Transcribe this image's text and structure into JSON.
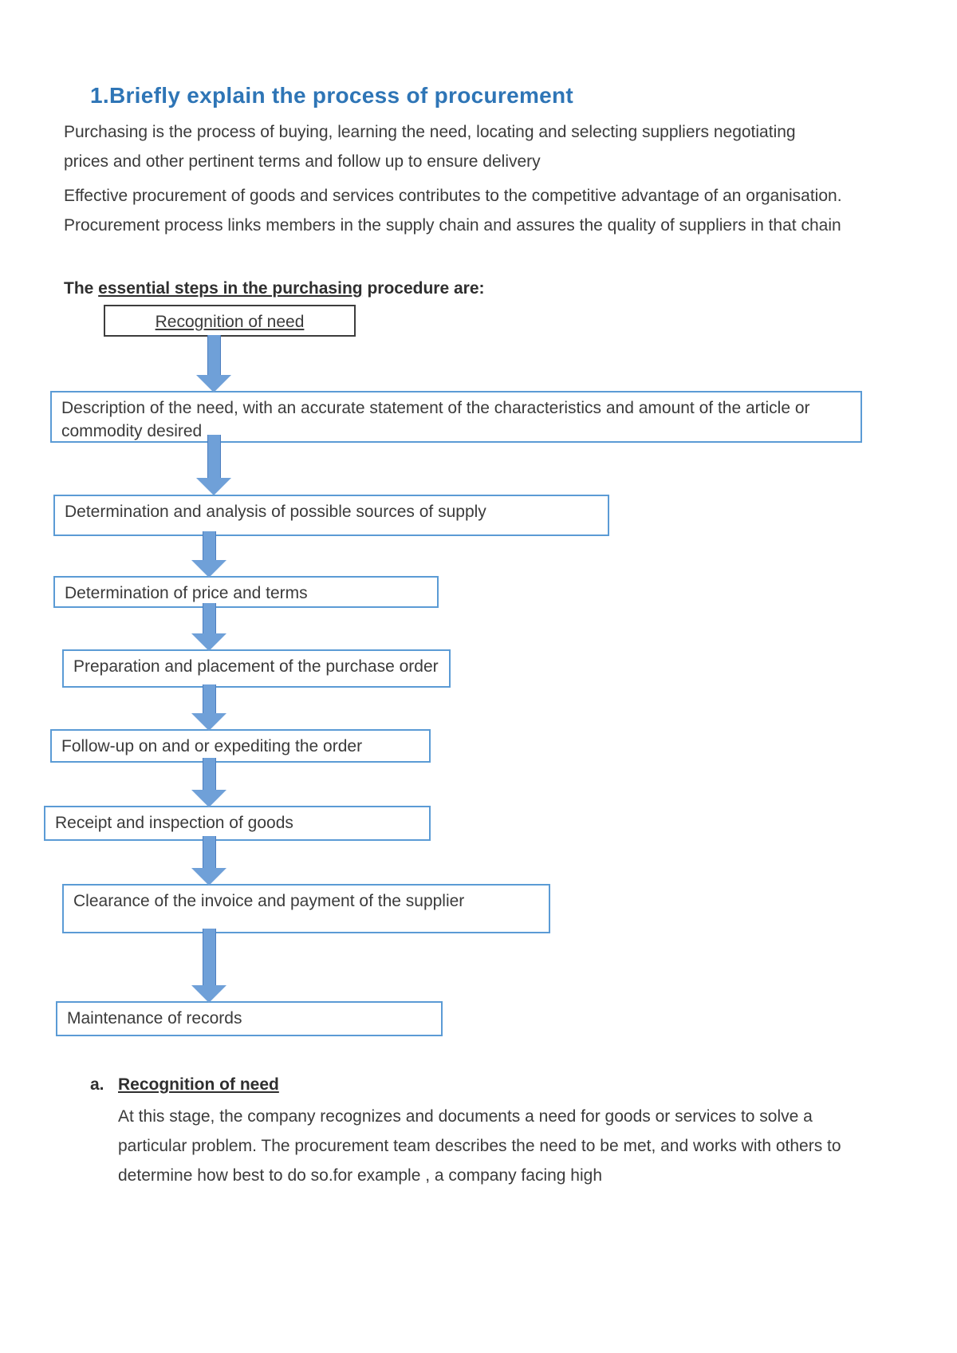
{
  "doc": {
    "title": "1.Briefly explain the process of procurement",
    "para1": "Purchasing is the process of buying, learning the need, locating and selecting suppliers negotiating prices and other pertinent terms and follow up to ensure delivery",
    "para2": "Effective procurement of goods and services contributes to the competitive advantage of an organisation. Procurement process links members in the supply chain and assures the quality of suppliers in that chain",
    "heading": {
      "prefix": "The ",
      "underlined": "essential steps in the purchasing",
      "suffix": " procedure are:"
    }
  },
  "flowchart": {
    "steps": [
      {
        "label": "Recognition of need"
      },
      {
        "label": "Description of the need, with an accurate statement of the characteristics and amount of the article or commodity desired"
      },
      {
        "label": "Determination and analysis of possible sources of supply"
      },
      {
        "label": "Determination of price and terms"
      },
      {
        "label": "Preparation and placement of the purchase order"
      },
      {
        "label": "Follow-up on and or expediting the order"
      },
      {
        "label": "Receipt and inspection of goods"
      },
      {
        "label": "Clearance of the invoice and payment of the supplier"
      },
      {
        "label": "Maintenance of records"
      }
    ]
  },
  "notes": {
    "marker": "a.",
    "title": "Recognition of need",
    "body": "At this stage, the company recognizes and documents a need for goods or services to solve a particular problem. The procurement team describes the need to be met, and works with others to determine how best to do so.for example , a company facing high"
  },
  "colors": {
    "heading_blue": "#2E75B6",
    "box_border_blue": "#5B9BD5",
    "box_border_dark": "#3D3D3D",
    "arrow_blue": "#6FA0D8"
  }
}
